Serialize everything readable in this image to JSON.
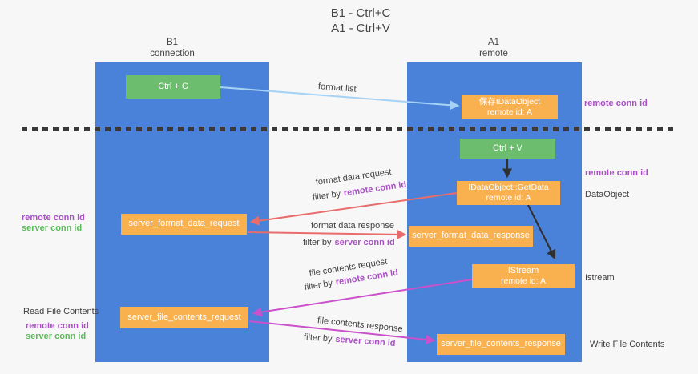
{
  "title": {
    "line1": "B1 - Ctrl+C",
    "line2": "A1 - Ctrl+V"
  },
  "columns": {
    "left": {
      "name": "B1",
      "role": "connection"
    },
    "right": {
      "name": "A1",
      "role": "remote"
    }
  },
  "boxes": {
    "ctrl_c": {
      "label": "Ctrl + C"
    },
    "save_dataobject": {
      "line1": "保存IDataObject",
      "line2": "remote id: A"
    },
    "ctrl_v": {
      "label": "Ctrl + V"
    },
    "getdata": {
      "line1": "IDataObject::GetData",
      "line2": "remote id: A"
    },
    "format_request": {
      "label": "server_format_data_request"
    },
    "format_response": {
      "label": "server_format_data_response"
    },
    "istream": {
      "line1": "IStream",
      "line2": "remote id: A"
    },
    "file_request": {
      "label": "server_file_contents_request"
    },
    "file_response": {
      "label": "server_file_contents_response"
    }
  },
  "arrow_labels": {
    "format_list": "format list",
    "format_request": "format data request",
    "format_request_filter": {
      "prefix": "filter by",
      "id": "remote conn id"
    },
    "format_response": "format data response",
    "format_response_filter": {
      "prefix": "filter by",
      "id": "server conn id"
    },
    "file_request": "file contents request",
    "file_request_filter": {
      "prefix": "filter by",
      "id": "remote conn id"
    },
    "file_response": "file contents response",
    "file_response_filter": {
      "prefix": "filter by",
      "id": "server conn id"
    }
  },
  "side_labels": {
    "remote_conn_id_top": "remote conn id",
    "remote_conn_id_mid": "remote conn id",
    "dataobject": "DataObject",
    "istream": "Istream",
    "write_file_contents": "Write File Contents",
    "read_file_contents": "Read File Contents",
    "left_format": {
      "remote": "remote conn id",
      "server": "server conn id"
    },
    "left_file": {
      "remote": "remote conn id",
      "server": "server conn id"
    }
  },
  "colors": {
    "column_blue": "#4a82d9",
    "box_green": "#6cbe6e",
    "box_orange": "#f9b04f",
    "purple_text": "#a950c5",
    "green_text": "#5cba5c",
    "arrow_salmon": "#e96c6c",
    "arrow_magenta": "#ca51ca",
    "arrow_lightblue": "#a6d3f5",
    "arrow_black": "#303030",
    "dash_line": "#3a3a3a"
  }
}
